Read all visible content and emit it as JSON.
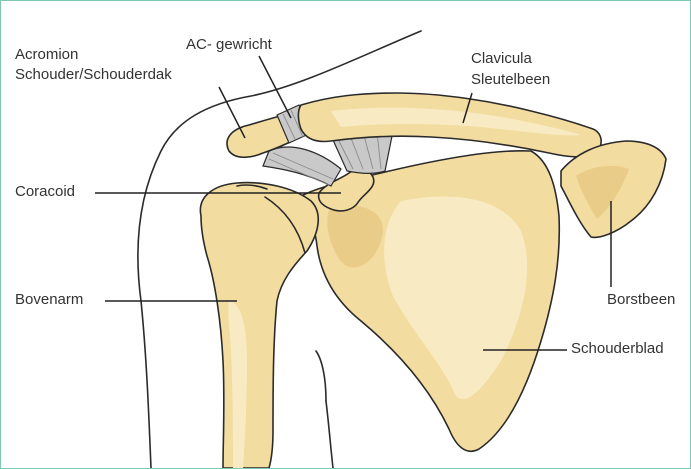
{
  "labels": {
    "acromion_line1": "Acromion",
    "acromion_line2": "Schouder/Schouderdak",
    "ac_joint": "AC- gewricht",
    "clavicula_line1": "Clavicula",
    "clavicula_line2": "Sleutelbeen",
    "coracoid": "Coracoid",
    "bovenarm": "Bovenarm",
    "borstbeen": "Borstbeen",
    "schouderblad": "Schouderblad"
  },
  "colors": {
    "bone_fill": "#f3dca0",
    "ligament_fill": "#c9c9c9",
    "frame_border": "#7fc9b4"
  }
}
